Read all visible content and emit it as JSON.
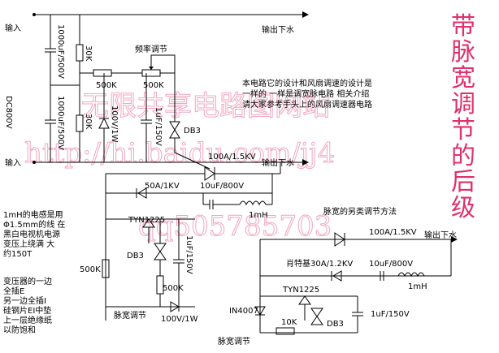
{
  "title": "带脉宽调节的后级",
  "watermarks": {
    "line1": "无限共享电路图网站",
    "line2": "http://hi.baidu.com/jj4",
    "line3": "qq505785703"
  },
  "description": {
    "line1": "本电路它的设计和风扇调速的设计是",
    "line2": "一样的 一样是调宽脉电路 相关介绍",
    "line3": "请大家参考手头上的风扇调速器电路"
  },
  "labels": {
    "input_top": "输入",
    "output_top": "输出下水",
    "input_bottom": "输入",
    "output_bottom": "输出下水",
    "cap1": "1000uF/500V",
    "cap2": "1000uF/500V",
    "res_30k_1": "30K",
    "res_30k_2": "30K",
    "dc_voltage": "DC800V",
    "res_500k": "500K",
    "pot_500k": "500K",
    "freq_adjust": "频率调节",
    "res_100v": "100V/1W",
    "cap_1uf_1": "1uF/150V",
    "db3_1": "DB3",
    "scr_1": "100A/1.5KV",
    "diode_50a": "50A/1KV",
    "cap_10uf_1": "10uF/800V",
    "inductor_1": "1mH",
    "scr_tyn": "TYN1225",
    "cap_1uf_2": "1uF/150V",
    "db3_2": "DB3",
    "res_500k_2": "500K",
    "pot_500k_2": "500K",
    "pw_adjust_1": "脉宽调节",
    "zener_100v": "100V/1W",
    "note1_l1": "1mH的电感是用",
    "note1_l2": "Φ1.5mm的线 在",
    "note1_l3": "黑白电视机电源",
    "note1_l4": "变压上绕满 大",
    "note1_l5": "约150T",
    "note2_l1": "变压器的一边",
    "note2_l2": "全插E",
    "note2_l3": "另一边全插I",
    "note2_l4": "硅钢片EI中垫",
    "note2_l5": "上一层绝缘纸",
    "note2_l6": "以防饱和",
    "alt_method": "脉宽的另类调节方法",
    "scr_2": "100A/1.5KV",
    "output_right": "输出下水",
    "schottky": "肖特基30A/1.2KV",
    "cap_10uf_2": "10uF/800V",
    "inductor_2": "1mH",
    "scr_tyn_2": "TYN1225",
    "diode_in4007": "IN4007",
    "pot_10k": "10K",
    "db3_3": "DB3",
    "cap_1uf_3": "1uF/150V",
    "pw_adjust_2": "脉宽调节"
  }
}
